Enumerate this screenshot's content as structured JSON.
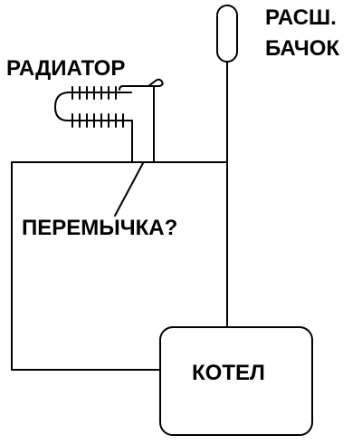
{
  "labels": {
    "expansion_tank_line1": "РАСШ.",
    "expansion_tank_line2": "БАЧОК",
    "radiator": "РАДИАТОР",
    "jumper": "ПЕРЕМЫЧКА?",
    "boiler": "КОТЕЛ"
  },
  "colors": {
    "stroke": "#000000",
    "background": "#ffffff"
  }
}
